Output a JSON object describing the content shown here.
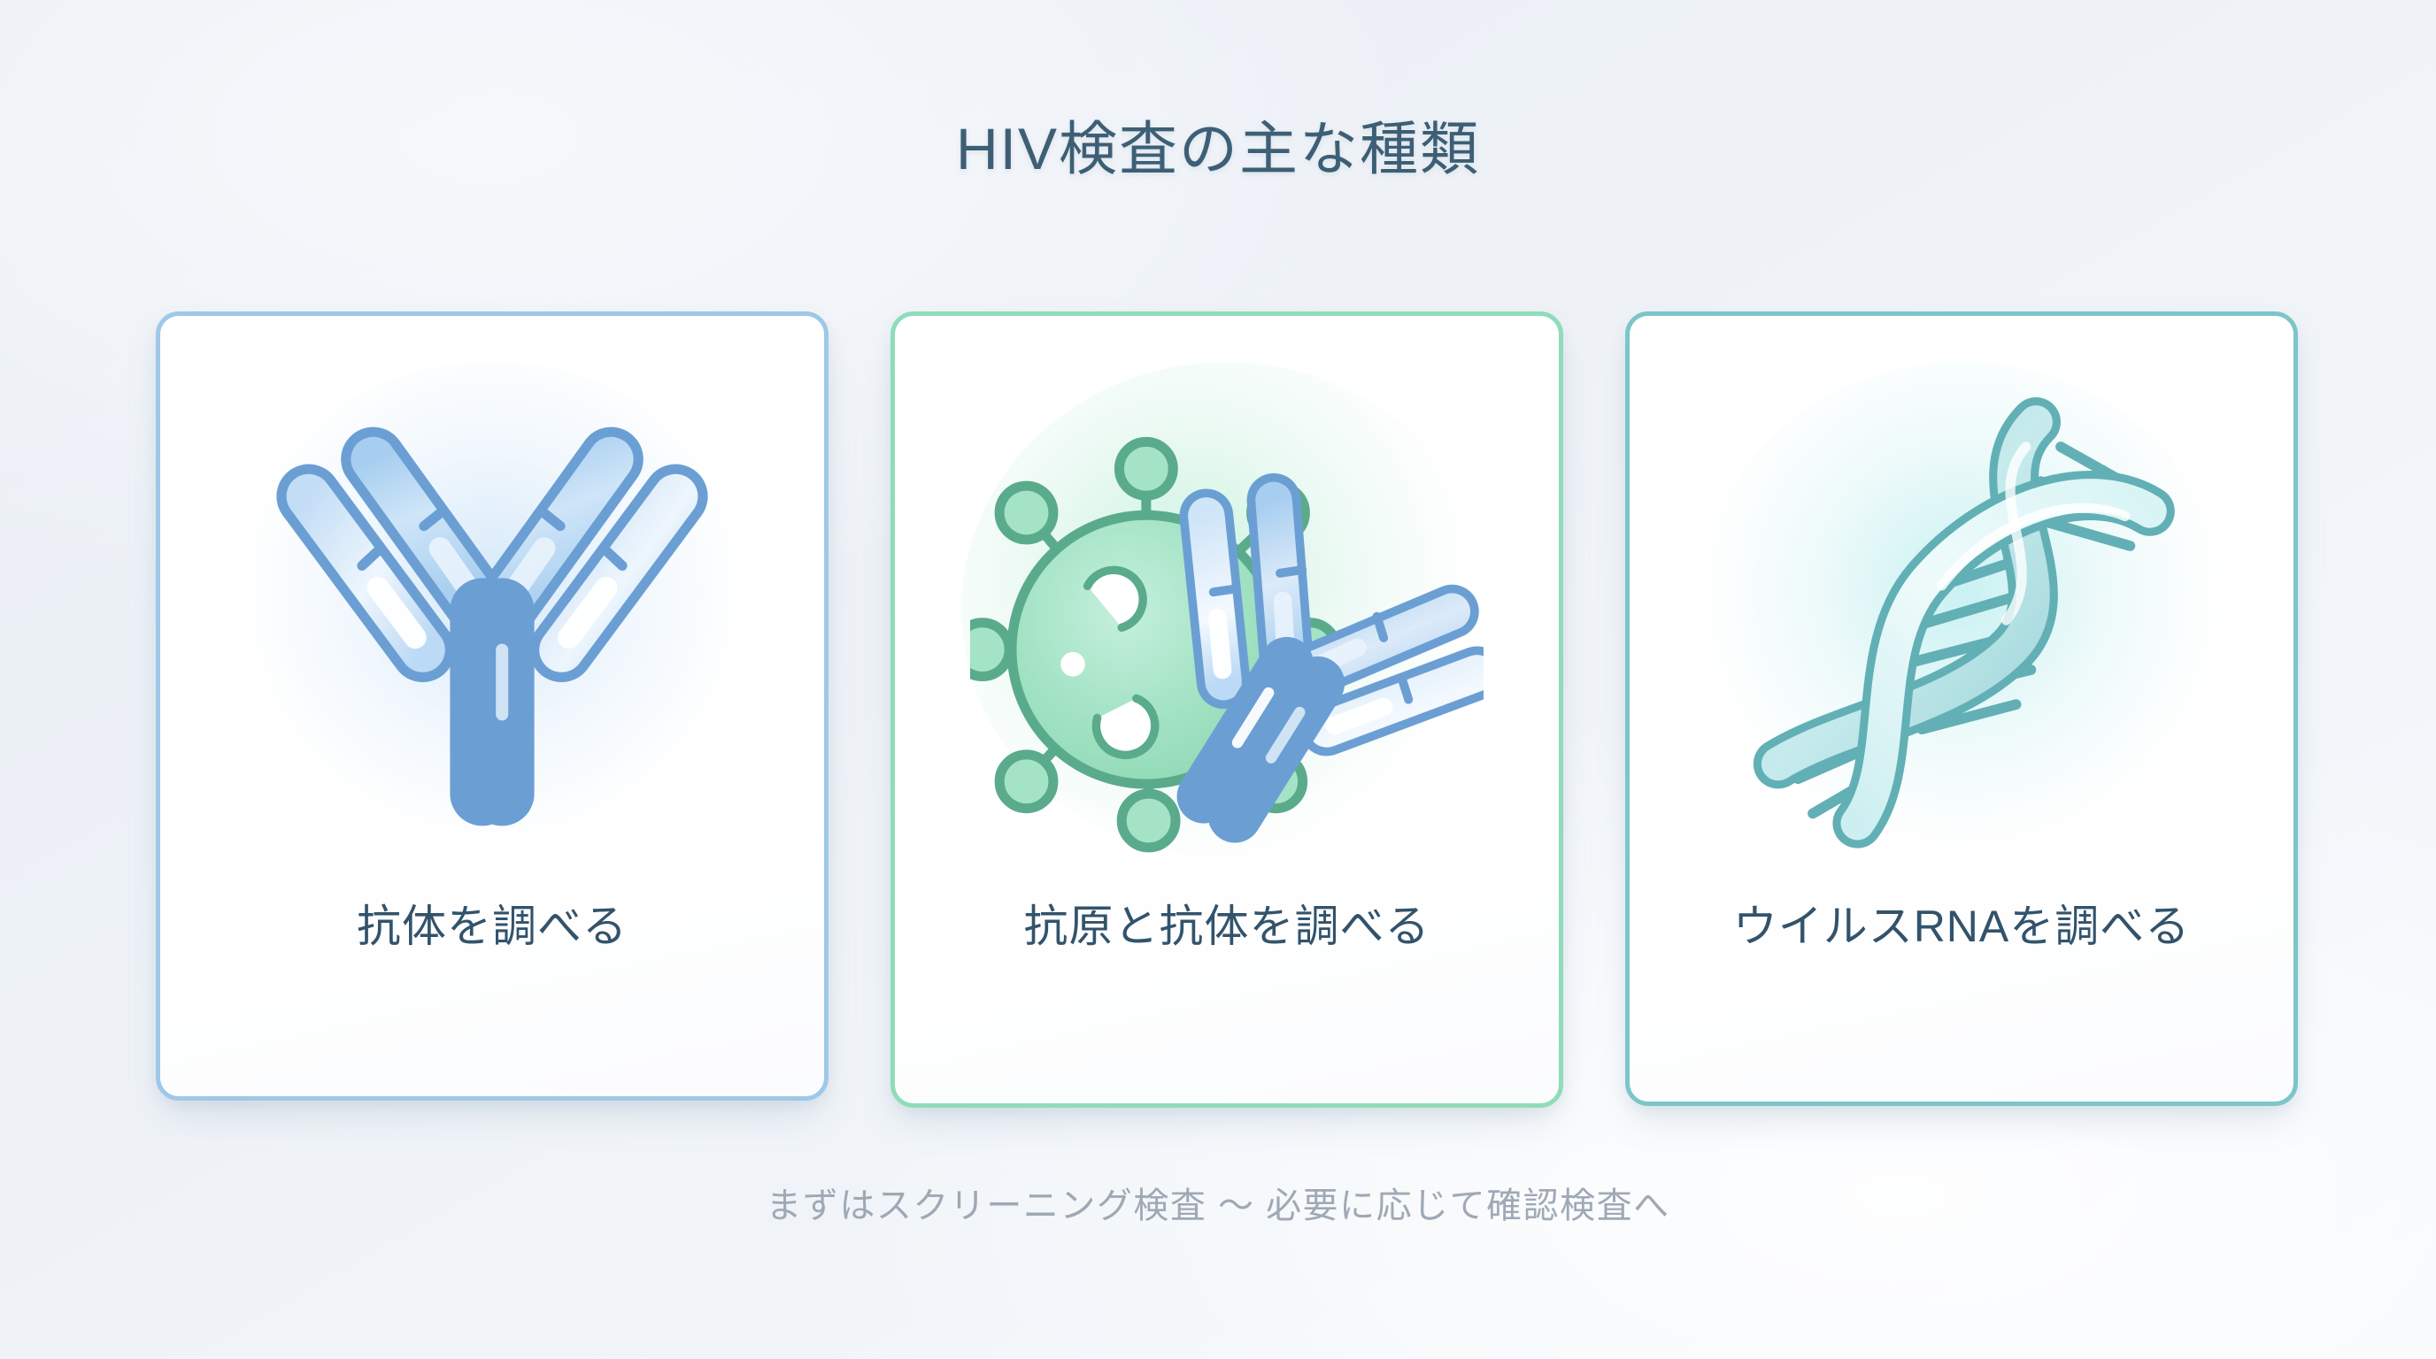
{
  "header": {
    "title": "HIV検査の主な種類"
  },
  "cards": [
    {
      "id": "antibody-test",
      "label": "抗体を調べる",
      "icon": "antibody-icon",
      "accent_color": "#9ec8e8"
    },
    {
      "id": "antigen-antibody-test",
      "label": "抗原と抗体を調べる",
      "icon": "virus-antibody-icon",
      "accent_color": "#8fdcb8"
    },
    {
      "id": "viral-rna-test",
      "label": "ウイルスRNAを調べる",
      "icon": "dna-helix-icon",
      "accent_color": "#7cc5c8"
    }
  ],
  "footer": {
    "note": "まずはスクリーニング検査 〜 必要に応じて確認検査へ"
  },
  "colors": {
    "background": "#eef2f7",
    "title_text": "#3d5f75",
    "label_text": "#32536b",
    "footer_text": "#9fa9b5",
    "antibody_fill": "#b4d6f2",
    "antibody_stroke": "#6b9fd4",
    "virus_fill": "#a5e2c5",
    "virus_stroke": "#5aab8b",
    "dna_fill": "#b8e6e8",
    "dna_stroke": "#62b0b5"
  }
}
